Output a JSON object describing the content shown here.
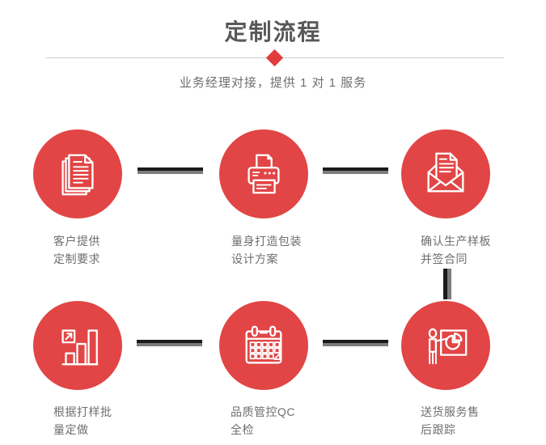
{
  "header": {
    "title": "定制流程",
    "subtitle": "业务经理对接，提供 1 对 1 服务"
  },
  "steps": [
    {
      "id": "customer-requirements",
      "icon": "documents-icon",
      "line1": "客户提供",
      "line2": "定制要求"
    },
    {
      "id": "packaging-design",
      "icon": "printer-icon",
      "line1": "量身打造包装",
      "line2": "设计方案"
    },
    {
      "id": "confirm-sample",
      "icon": "envelope-icon",
      "line1": "确认生产样板",
      "line2": "并签合同"
    },
    {
      "id": "batch-production",
      "icon": "bar-chart-icon",
      "line1": "根据打样批",
      "line2": "量定做"
    },
    {
      "id": "quality-control",
      "icon": "calendar-icon",
      "line1": "品质管控QC",
      "line2": "全检"
    },
    {
      "id": "delivery-tracking",
      "icon": "presenter-icon",
      "line1": "送货服务售",
      "line2": "后跟踪"
    }
  ],
  "colors": {
    "accent_red": "#e24545",
    "diamond_red": "#e33c3c",
    "connector_dark": "#1b1b1b",
    "connector_gray": "#7c7c7c",
    "title_gray": "#595757",
    "text_gray": "#6e6e6e",
    "divider_gray": "#cccccc"
  }
}
